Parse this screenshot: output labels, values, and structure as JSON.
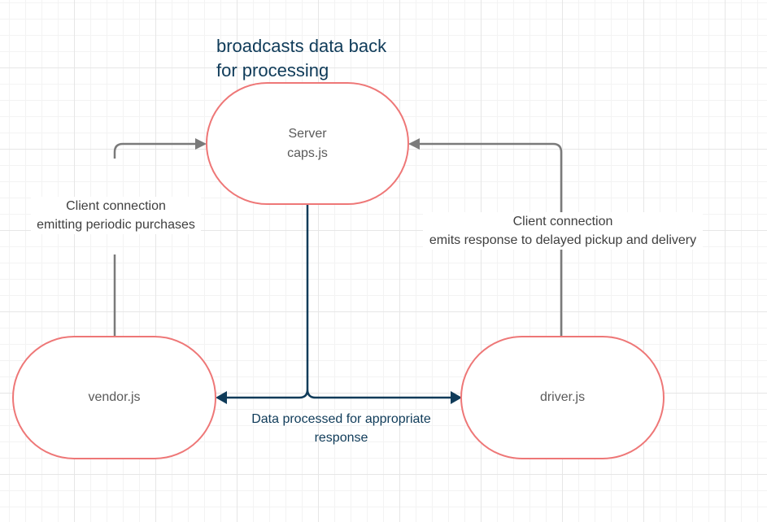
{
  "heading": {
    "line1": "broadcasts data back",
    "line2": "for processing"
  },
  "nodes": {
    "server": {
      "line1": "Server",
      "line2": "caps.js"
    },
    "vendor": {
      "label": "vendor.js"
    },
    "driver": {
      "label": "driver.js"
    }
  },
  "edges": {
    "vendor_to_server": {
      "line1": "Client connection",
      "line2": "emitting periodic purchases"
    },
    "driver_to_server": {
      "line1": "Client connection",
      "line2": "emits response to delayed pickup and delivery"
    },
    "server_to_clients": {
      "line1": "Data processed for appropriate",
      "line2": "response"
    }
  },
  "colors": {
    "node_border": "#ee7777",
    "client_arrow": "#7a7a7a",
    "server_arrow": "#0f3b59",
    "heading_text": "#0f3b59"
  }
}
